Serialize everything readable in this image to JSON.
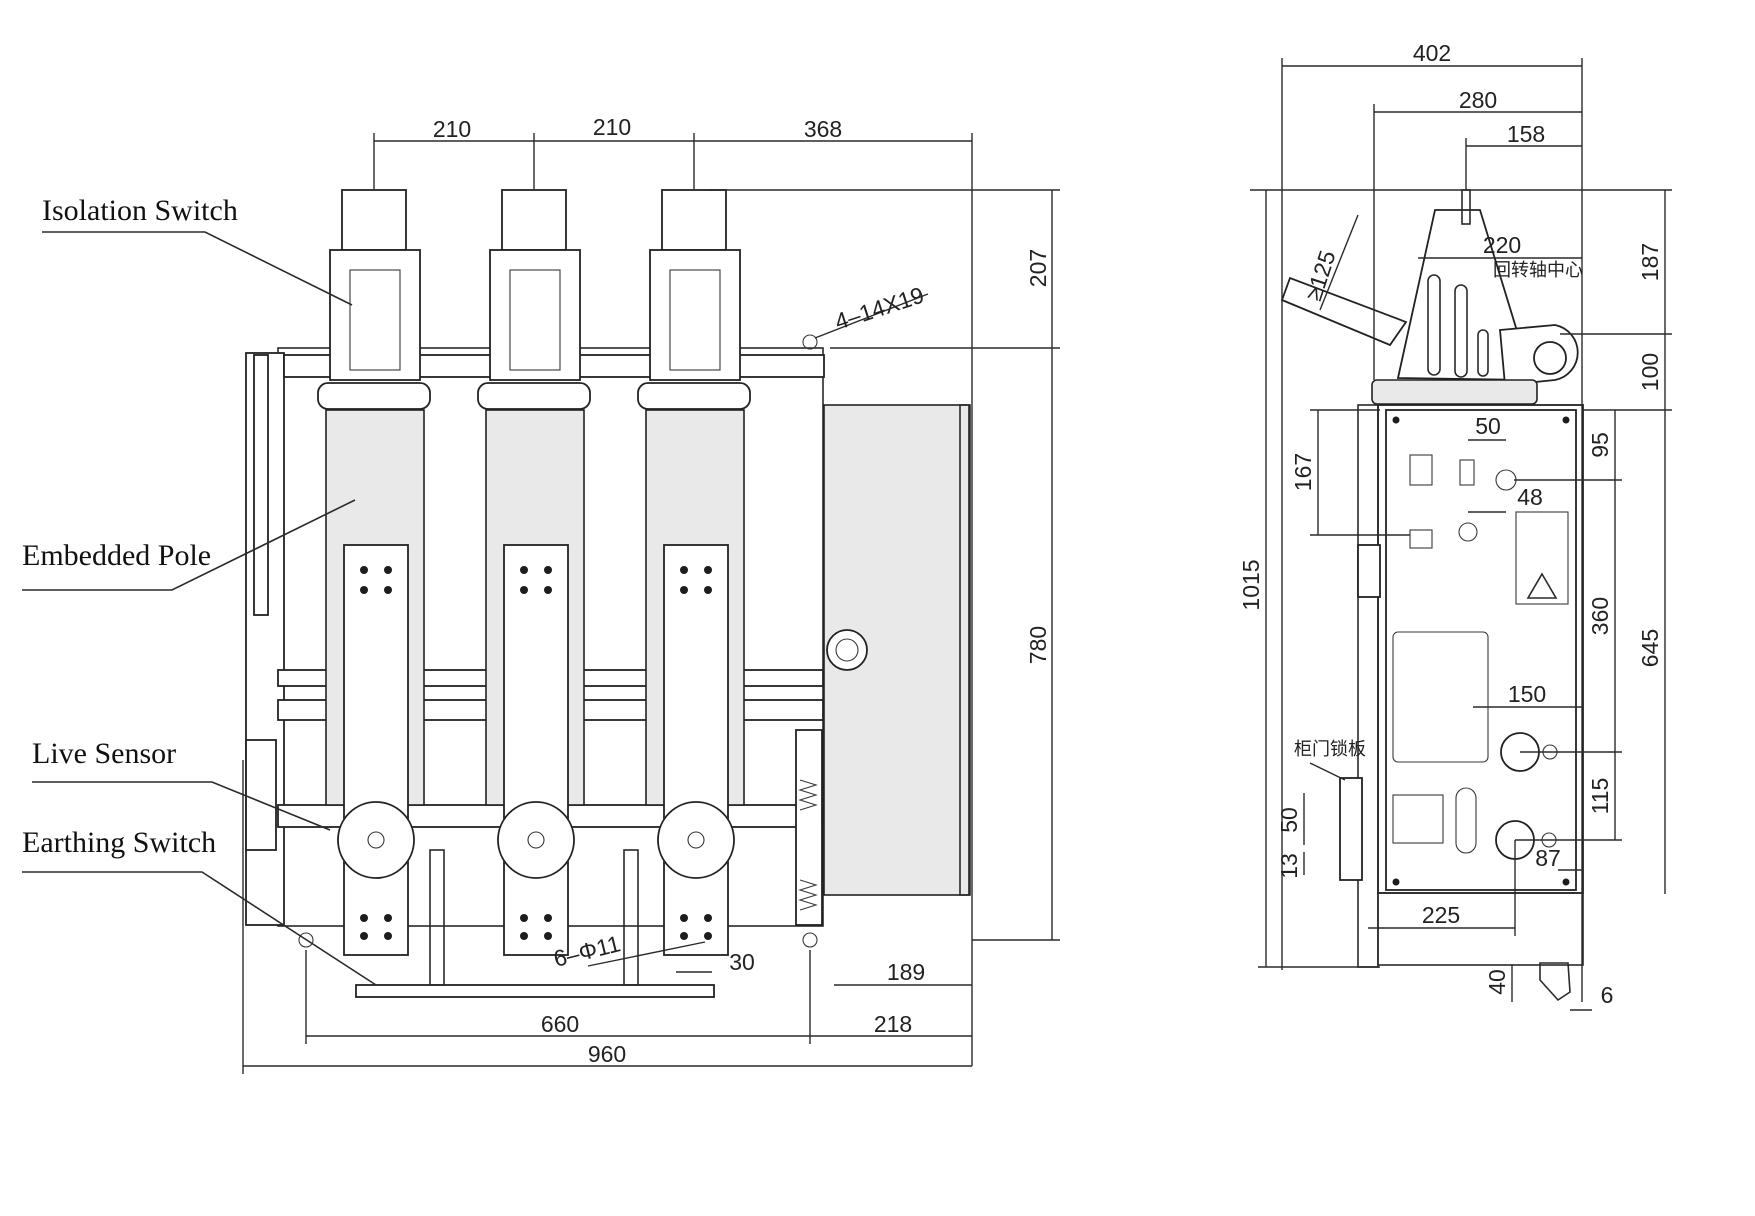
{
  "callouts": {
    "isolation_switch": "Isolation Switch",
    "embedded_pole": "Embedded Pole",
    "live_sensor": "Live Sensor",
    "earthing_switch": "Earthing Switch"
  },
  "front_view": {
    "dims": {
      "pitch_1": "210",
      "pitch_2": "210",
      "right_offset": "368",
      "top_height": "207",
      "body_height": "780",
      "mount_holes": "4–14X19",
      "bolt_holes": "6–Φ11",
      "hole_spacing": "30",
      "frame_offset": "189",
      "right_span": "218",
      "wheel_span": "660",
      "total_width": "960"
    }
  },
  "side_view": {
    "dims": {
      "total_depth": "402",
      "upper_depth": "280",
      "arm_offset": "158",
      "clearance": "≥125",
      "arm_to_center": "220",
      "center_note": "回转轴中心",
      "top_height": "187",
      "hinge_height": "100",
      "total_height": "1015",
      "panel_upper": "167",
      "button_spacing": "50",
      "panel_95": "95",
      "panel_48": "48",
      "panel_360": "360",
      "panel_645": "645",
      "handle_offset": "150",
      "panel_115": "115",
      "lock_label": "柜门锁板",
      "lock_50": "50",
      "lock_13": "13",
      "bottom_87": "87",
      "bottom_225": "225",
      "foot_40": "40",
      "foot_6": "6"
    }
  }
}
